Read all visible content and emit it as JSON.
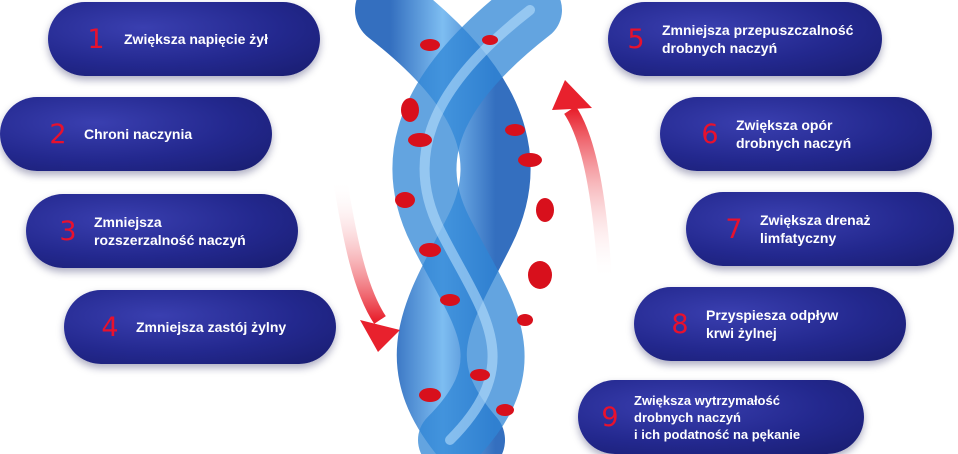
{
  "colors": {
    "pill_bg": "#23288e",
    "number": "#e8112d",
    "text": "#ffffff",
    "vessel": "#2f86d6",
    "cell": "#d8101c"
  },
  "items": [
    {
      "num": "1",
      "text": "Zwiększa napięcie żył"
    },
    {
      "num": "2",
      "text": "Chroni naczynia"
    },
    {
      "num": "3",
      "text": "Zmniejsza\nrozszerzalność naczyń"
    },
    {
      "num": "4",
      "text": "Zmniejsza zastój żylny"
    },
    {
      "num": "5",
      "text": "Zmniejsza przepuszczalność\ndrobnych naczyń"
    },
    {
      "num": "6",
      "text": "Zwiększa opór\ndrobnych naczyń"
    },
    {
      "num": "7",
      "text": "Zwiększa drenaż\nlimfatyczny"
    },
    {
      "num": "8",
      "text": "Przyspiesza odpływ\nkrwi żylnej"
    },
    {
      "num": "9",
      "text": "Zwiększa wytrzymałość\ndrobnych naczyń\ni ich podatność na pękanie"
    }
  ],
  "illustration": {
    "subject": "twisted-blood-vessels-with-red-cells",
    "arrows": [
      "arrow-down-left",
      "arrow-up-right"
    ]
  }
}
